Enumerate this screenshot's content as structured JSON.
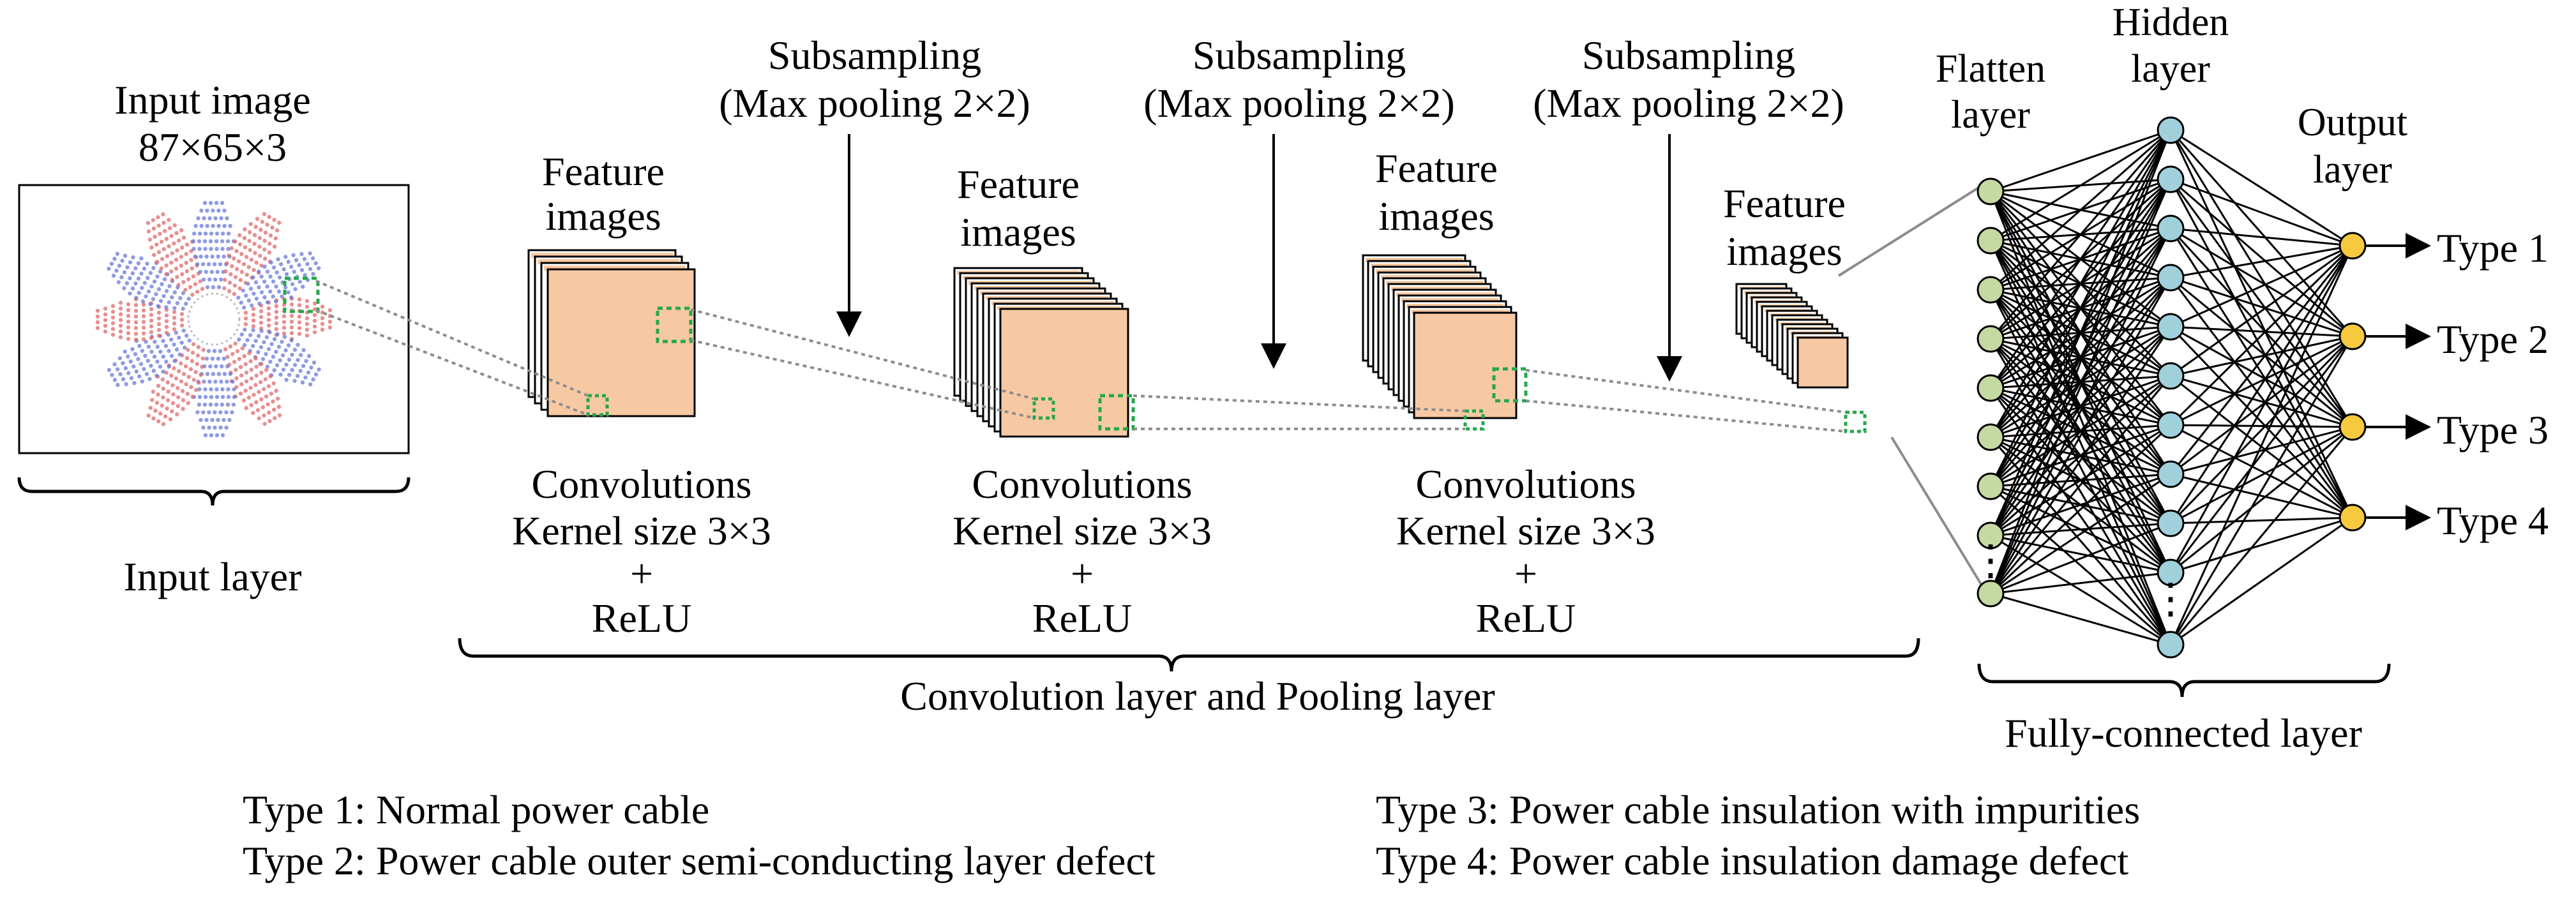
{
  "colors": {
    "feature_fill": "#F7C9A3",
    "flatten_node": "#C5D9A3",
    "hidden_node": "#9FD0DC",
    "output_node": "#F7C93E",
    "dash_green": "#23A84A",
    "guide_gray": "#8C8C8C",
    "red_pattern": "#E06A6A",
    "blue_pattern": "#6A7AD9"
  },
  "input": {
    "title_line1": "Input image",
    "title_line2": "87×65×3",
    "layer_label": "Input layer"
  },
  "conv_stages": [
    {
      "feature_line1": "Feature",
      "feature_line2": "images",
      "conv_line1": "Convolutions",
      "conv_line2": "Kernel size 3×3",
      "conv_line3": "+",
      "conv_line4": "ReLU"
    },
    {
      "feature_line1": "Feature",
      "feature_line2": "images",
      "conv_line1": "Convolutions",
      "conv_line2": "Kernel size 3×3",
      "conv_line3": "+",
      "conv_line4": "ReLU"
    },
    {
      "feature_line1": "Feature",
      "feature_line2": "images",
      "conv_line1": "Convolutions",
      "conv_line2": "Kernel size 3×3",
      "conv_line3": "+",
      "conv_line4": "ReLU"
    },
    {
      "feature_line1": "Feature",
      "feature_line2": "images"
    }
  ],
  "subsampling": [
    {
      "line1": "Subsampling",
      "line2": "(Max pooling 2×2)"
    },
    {
      "line1": "Subsampling",
      "line2": "(Max pooling 2×2)"
    },
    {
      "line1": "Subsampling",
      "line2": "(Max pooling 2×2)"
    }
  ],
  "conv_pool_label": "Convolution layer and Pooling layer",
  "fc": {
    "flatten_line1": "Flatten",
    "flatten_line2": "layer",
    "hidden_line1": "Hidden",
    "hidden_line2": "layer",
    "output_line1": "Output",
    "output_line2": "layer",
    "layer_label": "Fully-connected layer",
    "ellipsis": "⋮"
  },
  "outputs": [
    "Type 1",
    "Type 2",
    "Type 3",
    "Type 4"
  ],
  "legend": [
    "Type 1: Normal power cable",
    "Type 2: Power cable outer semi-conducting layer defect",
    "Type 3: Power cable insulation with impurities",
    "Type 4: Power cable insulation damage defect"
  ]
}
